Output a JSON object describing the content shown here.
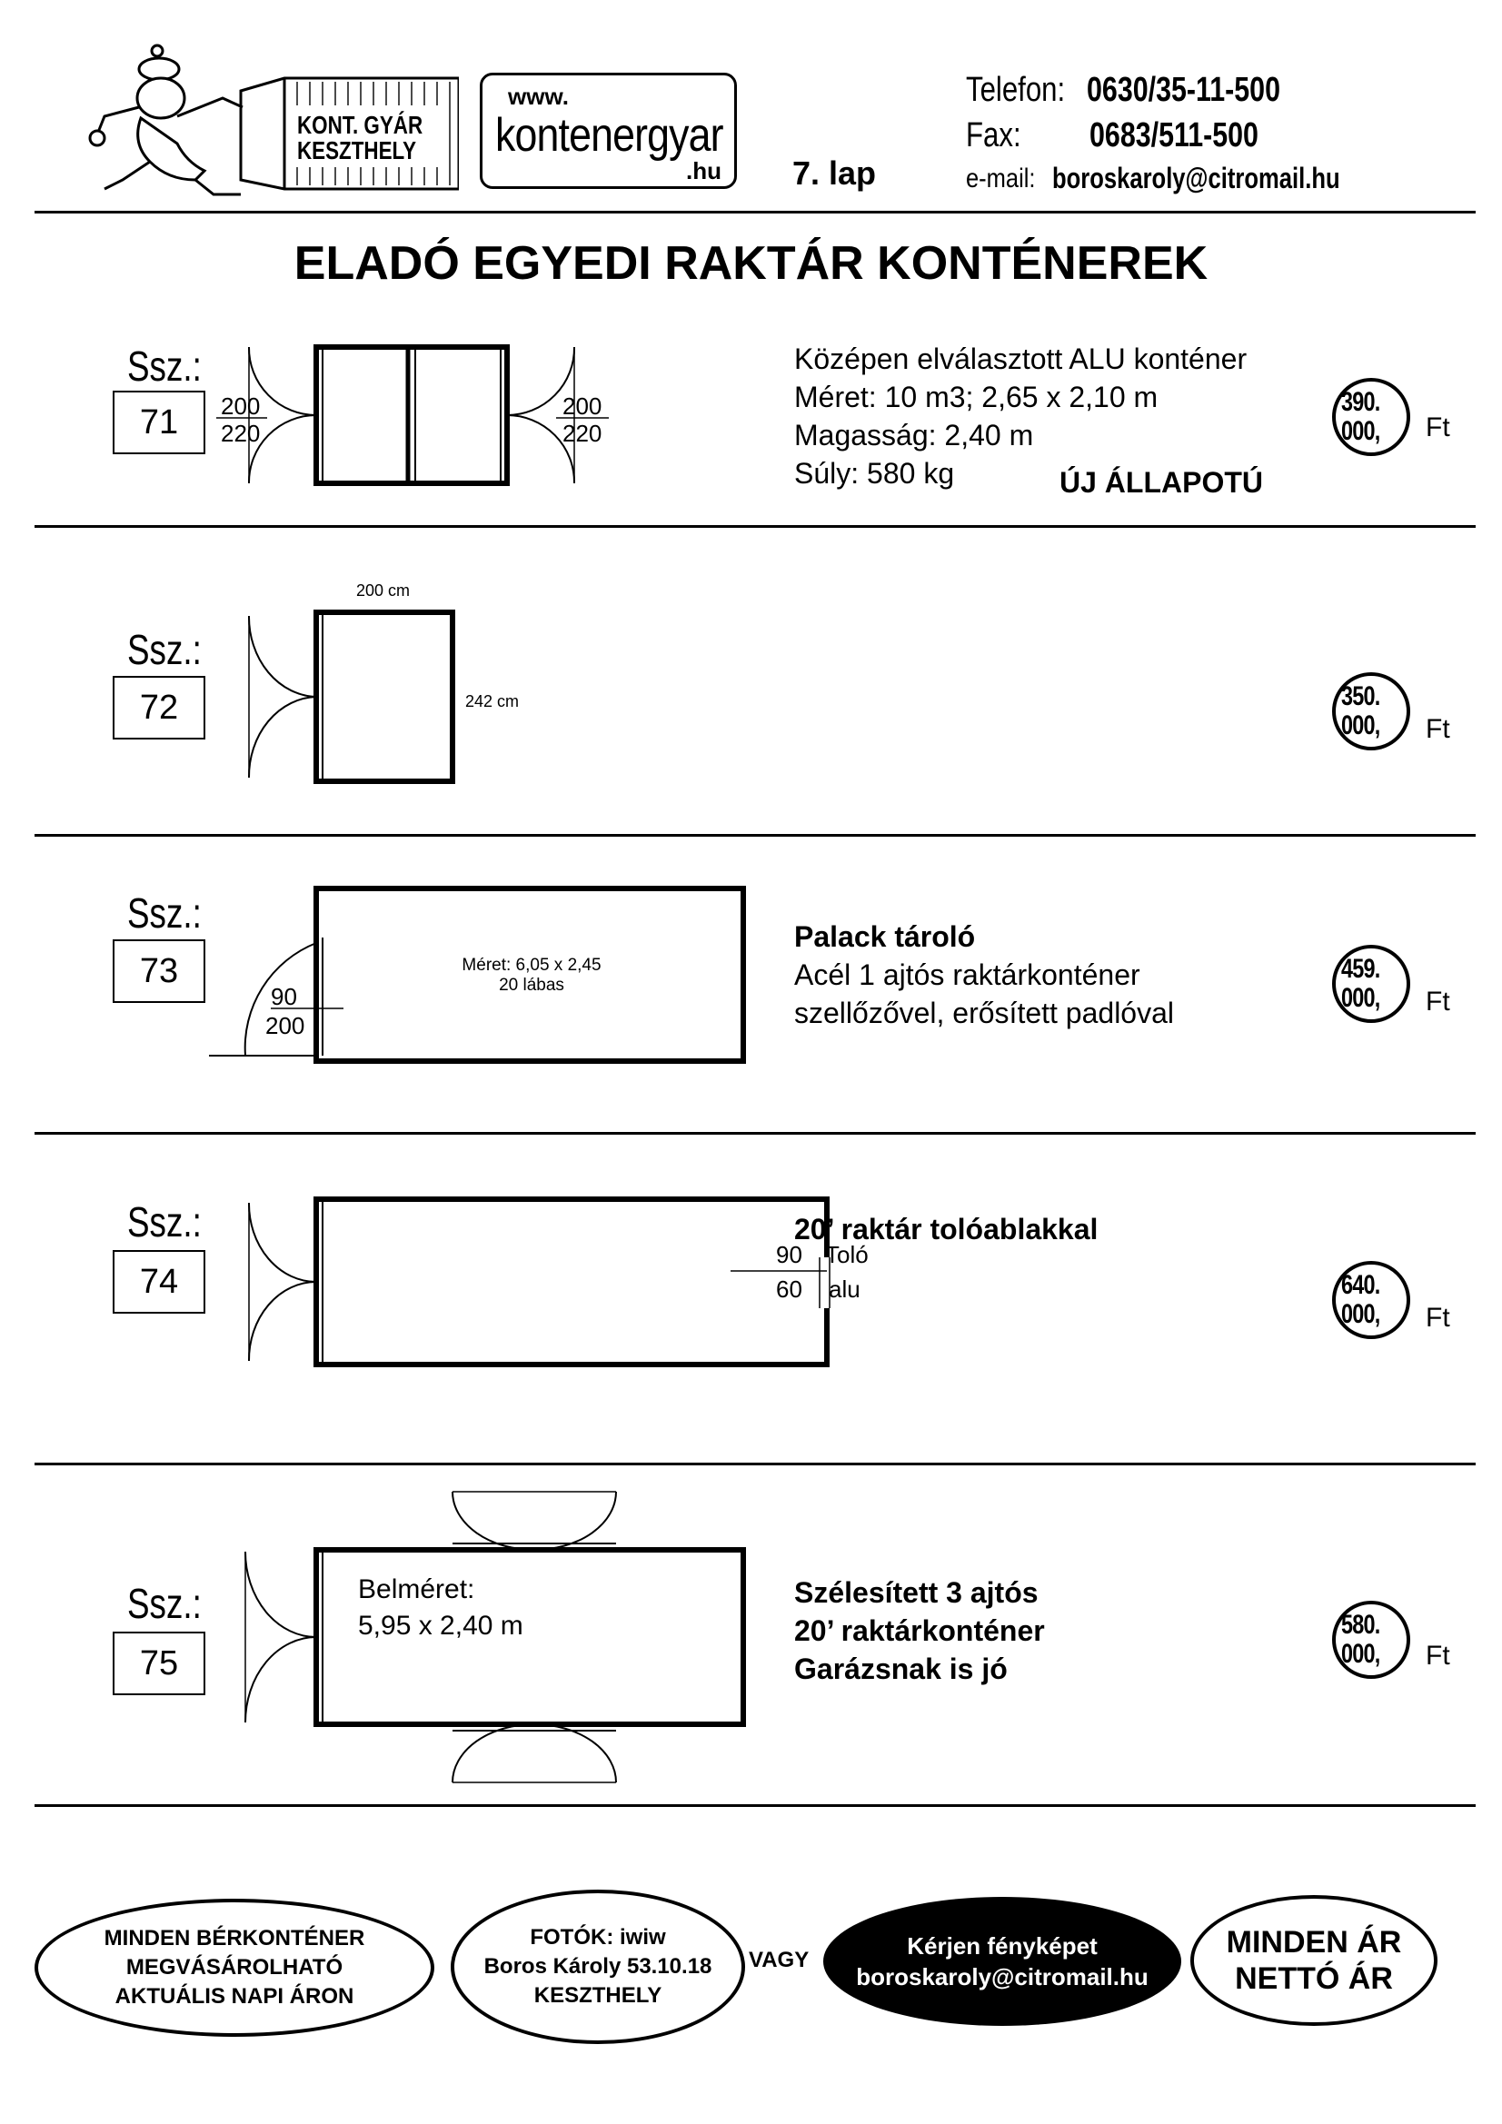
{
  "header": {
    "logo_company": "KONT. GYÁR",
    "logo_city": "KESZTHELY",
    "site_www": "www.",
    "site_name": "kontenergyar",
    "site_tld": ".hu",
    "page_label": "7. lap",
    "phone_label": "Telefon:",
    "phone_value": "0630/35-11-500",
    "fax_label": "Fax:",
    "fax_value": "0683/511-500",
    "email_label": "e-mail:",
    "email_value": "boroskaroly@citromail.hu"
  },
  "title": "ELADÓ EGYEDI RAKTÁR KONTÉNEREK",
  "ssz_label": "Ssz.:",
  "currency": "Ft",
  "listings": [
    {
      "number": "71",
      "price_line1": "390.",
      "price_line2": "000,",
      "lines": [
        "Középen elválasztott ALU konténer",
        "Méret: 10 m3; 2,65 x 2,10 m",
        "Magasság: 2,40 m",
        "Súly: 580 kg"
      ],
      "badge": "ÚJ ÁLLAPOTÚ",
      "door_left_top": "200",
      "door_left_bottom": "220",
      "door_right_top": "200",
      "door_right_bottom": "220"
    },
    {
      "number": "72",
      "price_line1": "350.",
      "price_line2": "000,",
      "width_label": "200 cm",
      "length_label": "242 cm"
    },
    {
      "number": "73",
      "price_line1": "459.",
      "price_line2": "000,",
      "heading": "Palack tároló",
      "lines": [
        "Acél 1 ajtós raktárkonténer",
        "szellőzővel, erősített padlóval"
      ],
      "inner_line1": "Méret: 6,05 x 2,45",
      "inner_line2": "20 lábas",
      "door_top": "90",
      "door_bottom": "200"
    },
    {
      "number": "74",
      "price_line1": "640.",
      "price_line2": "000,",
      "heading": "20’ raktár tolóablakkal",
      "window_top": "90",
      "window_bottom": "60",
      "window_label1": "Toló",
      "window_label2": "alu"
    },
    {
      "number": "75",
      "price_line1": "580.",
      "price_line2": "000,",
      "inner_line1": "Belméret:",
      "inner_line2": "5,95 x 2,40 m",
      "lines_bold": [
        "Szélesített 3 ajtós",
        "20’ raktárkonténer",
        "Garázsnak is jó"
      ]
    }
  ],
  "footer": {
    "oval1": [
      "MINDEN BÉRKONTÉNER",
      "MEGVÁSÁROLHATÓ",
      "AKTUÁLIS NAPI ÁRON"
    ],
    "oval2": [
      "FOTÓK: iwiw",
      "Boros Károly 53.10.18",
      "KESZTHELY"
    ],
    "connector": "VAGY",
    "oval3": [
      "Kérjen fényképet",
      "boroskaroly@citromail.hu"
    ],
    "oval4": [
      "MINDEN ÁR",
      "NETTÓ ÁR"
    ]
  }
}
